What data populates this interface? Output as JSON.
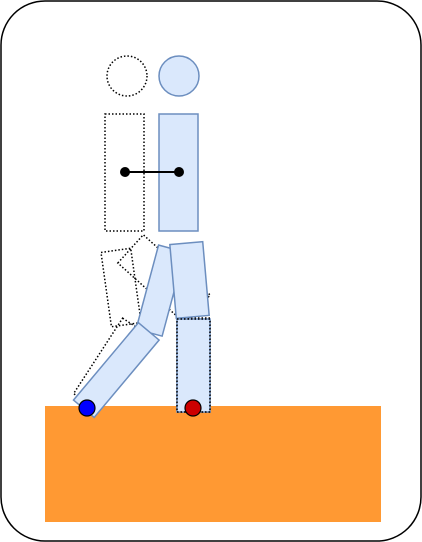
{
  "colors": {
    "frame_stroke": "#000000",
    "frame_fill": "#ffffff",
    "body_fill": "#dae8fc",
    "body_stroke": "#6c8ebf",
    "ghost_stroke": "#000000",
    "ground_fill": "#ff9933",
    "rear_contact_fill": "#0000ff",
    "front_contact_fill": "#cc0000",
    "hip_joint_fill": "#000000"
  },
  "figures": {
    "ghost": {
      "style": "dotted-outline",
      "parts": [
        "head",
        "torso",
        "upper-legs",
        "lower-legs"
      ]
    },
    "body": {
      "style": "filled",
      "parts": [
        "head",
        "torso",
        "upper-legs",
        "lower-legs"
      ]
    }
  },
  "markers": [
    "hip-joint-ghost",
    "hip-joint-body",
    "rear-foot-contact",
    "front-foot-contact"
  ]
}
